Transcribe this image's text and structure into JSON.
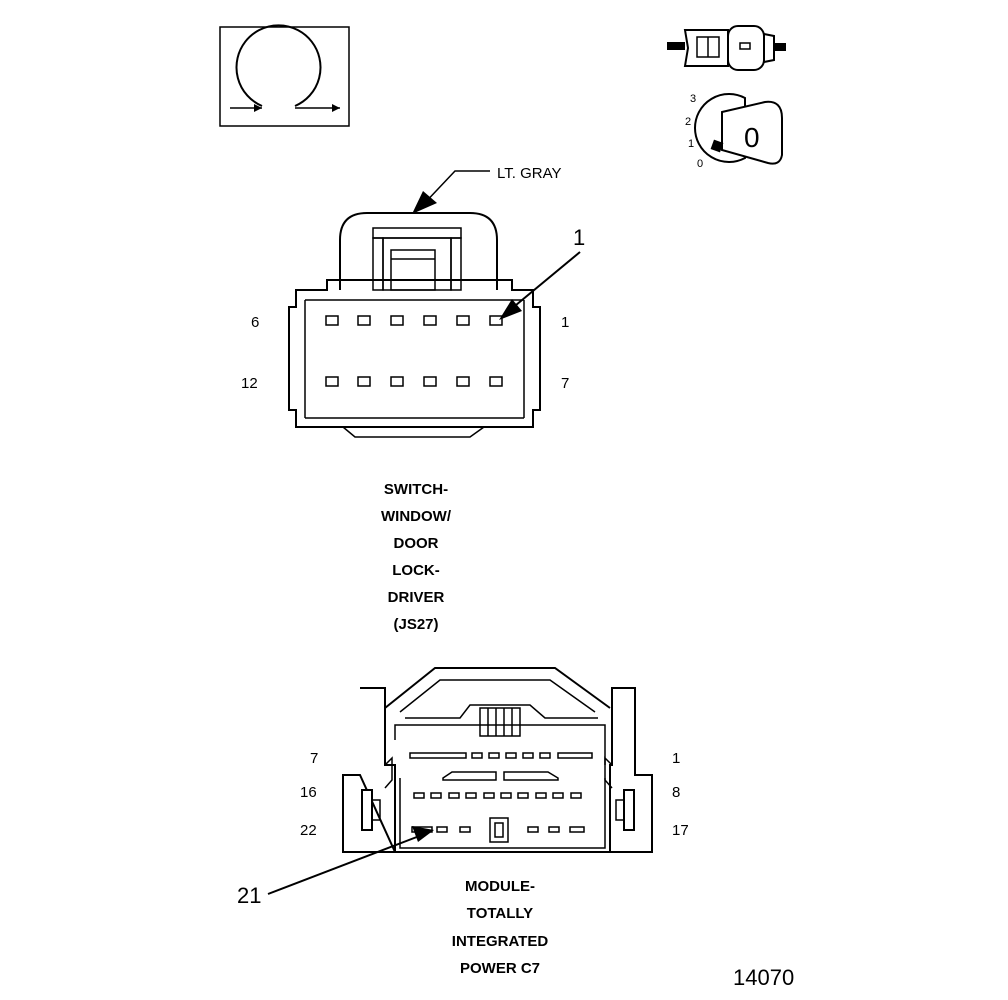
{
  "figure_number": "14070",
  "color_label": "LT. GRAY",
  "ignition_positions": [
    "3",
    "2",
    "1",
    "0"
  ],
  "key_symbol": "0",
  "connector_top": {
    "name_lines": [
      "SWITCH-",
      "WINDOW/",
      "DOOR",
      "LOCK-",
      "DRIVER",
      "(JS27)"
    ],
    "pin_labels": {
      "top_left": "6",
      "top_right": "1",
      "bottom_left": "12",
      "bottom_right": "7"
    },
    "callout": "1"
  },
  "connector_bottom": {
    "name_lines": [
      "MODULE-",
      "TOTALLY",
      "INTEGRATED",
      "POWER C7"
    ],
    "pin_labels": {
      "row1_left": "7",
      "row1_right": "1",
      "row2_left": "16",
      "row2_right": "8",
      "row3_left": "22",
      "row3_right": "17"
    },
    "callout": "21"
  }
}
